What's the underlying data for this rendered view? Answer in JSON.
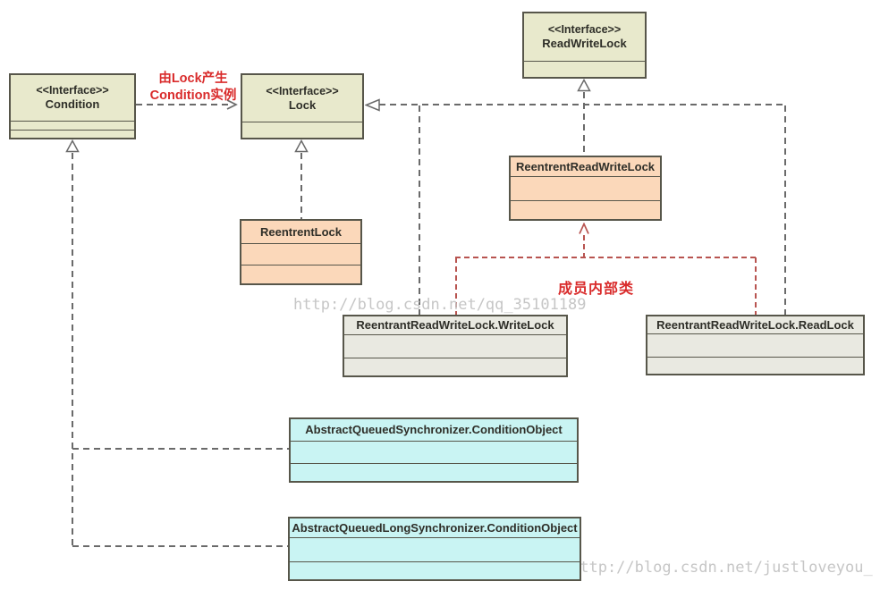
{
  "diagram": {
    "boxes": {
      "condition": {
        "stereotype": "<<Interface>>",
        "name": "Condition"
      },
      "lock": {
        "stereotype": "<<Interface>>",
        "name": "Lock"
      },
      "read_write_lock": {
        "stereotype": "<<Interface>>",
        "name": "ReadWriteLock"
      },
      "reentrent_lock": {
        "name": "ReentrentLock"
      },
      "reentrent_read_write_lock": {
        "name": "ReentrentReadWriteLock"
      },
      "write_lock": {
        "name": "ReentrantReadWriteLock.WriteLock"
      },
      "read_lock": {
        "name": "ReentrantReadWriteLock.ReadLock"
      },
      "aqs_condition_object": {
        "name": "AbstractQueuedSynchronizer.ConditionObject"
      },
      "aqls_condition_object": {
        "name": "AbstractQueuedLongSynchronizer.ConditionObject"
      }
    },
    "annotations": {
      "lock_condition_note_line1": "由Lock产生",
      "lock_condition_note_line2": "Condition实例",
      "member_inner_class_note": "成员内部类"
    },
    "watermarks": {
      "center": "http://blog.csdn.net/qq_35101189",
      "bottom_right": "http://blog.csdn.net/justloveyou_"
    },
    "colors": {
      "interface_fill": "#e8e9cc",
      "class_fill": "#fbd8ba",
      "inner_class_fill": "#e9e9e1",
      "condition_object_fill": "#c9f4f3",
      "box_border": "#57564a",
      "connector_gray": "#6a6a6a",
      "connector_red": "#b85450",
      "note_red": "#d92b2b",
      "watermark_gray": "#c6c6c6"
    }
  }
}
